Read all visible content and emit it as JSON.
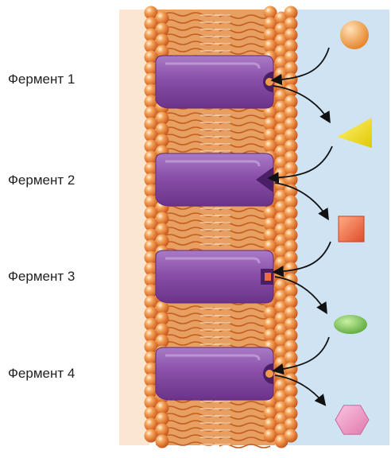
{
  "enzymes": [
    {
      "label": "Фермент 1"
    },
    {
      "label": "Фермент 2"
    },
    {
      "label": "Фермент 3"
    },
    {
      "label": "Фермент 4"
    }
  ],
  "molecules": [
    {
      "shape": "circle",
      "color": "#f3a24a"
    },
    {
      "shape": "triangle",
      "color": "#f1e21c"
    },
    {
      "shape": "square",
      "color": "#ef6a3e"
    },
    {
      "shape": "ellipse",
      "color": "#78c04a"
    },
    {
      "shape": "hexagon",
      "color": "#ee8fc0"
    }
  ],
  "colors": {
    "cytoplasm": "#fbe6d2",
    "exterior": "#cfe3f3",
    "lipid_head": "#f08a3c",
    "enzyme": "#8a4fa8"
  }
}
